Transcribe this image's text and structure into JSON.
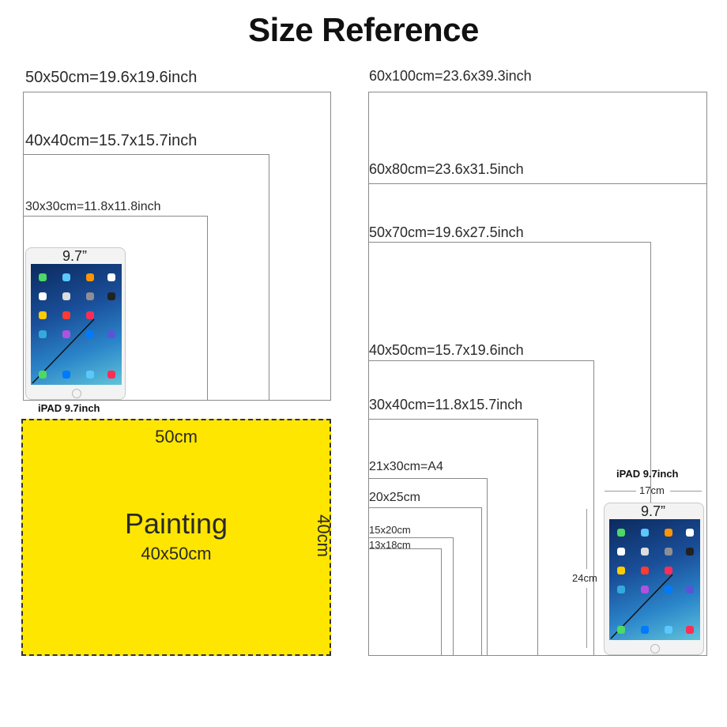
{
  "title": "Size Reference",
  "left_frames": [
    {
      "label": "50x50cm=19.6x19.6inch"
    },
    {
      "label": "40x40cm=15.7x15.7inch"
    },
    {
      "label": "30x30cm=11.8x11.8inch"
    }
  ],
  "right_frames": [
    {
      "label": "60x100cm=23.6x39.3inch"
    },
    {
      "label": "60x80cm=23.6x31.5inch"
    },
    {
      "label": "50x70cm=19.6x27.5inch"
    },
    {
      "label": "40x50cm=15.7x19.6inch"
    },
    {
      "label": "30x40cm=11.8x15.7inch"
    },
    {
      "label": "21x30cm=A4"
    },
    {
      "label": "20x25cm"
    },
    {
      "label": "15x20cm"
    },
    {
      "label": "13x18cm"
    }
  ],
  "ipad_left": {
    "size_label": "9.7”",
    "caption": "iPAD 9.7inch"
  },
  "ipad_right": {
    "size_label": "9.7”",
    "caption": "iPAD 9.7inch",
    "width_label": "17cm",
    "height_label": "24cm"
  },
  "painting": {
    "top_label": "50cm",
    "name": "Painting",
    "size": "40x50cm",
    "side_label": "40cm",
    "fill_color": "#ffe600"
  }
}
